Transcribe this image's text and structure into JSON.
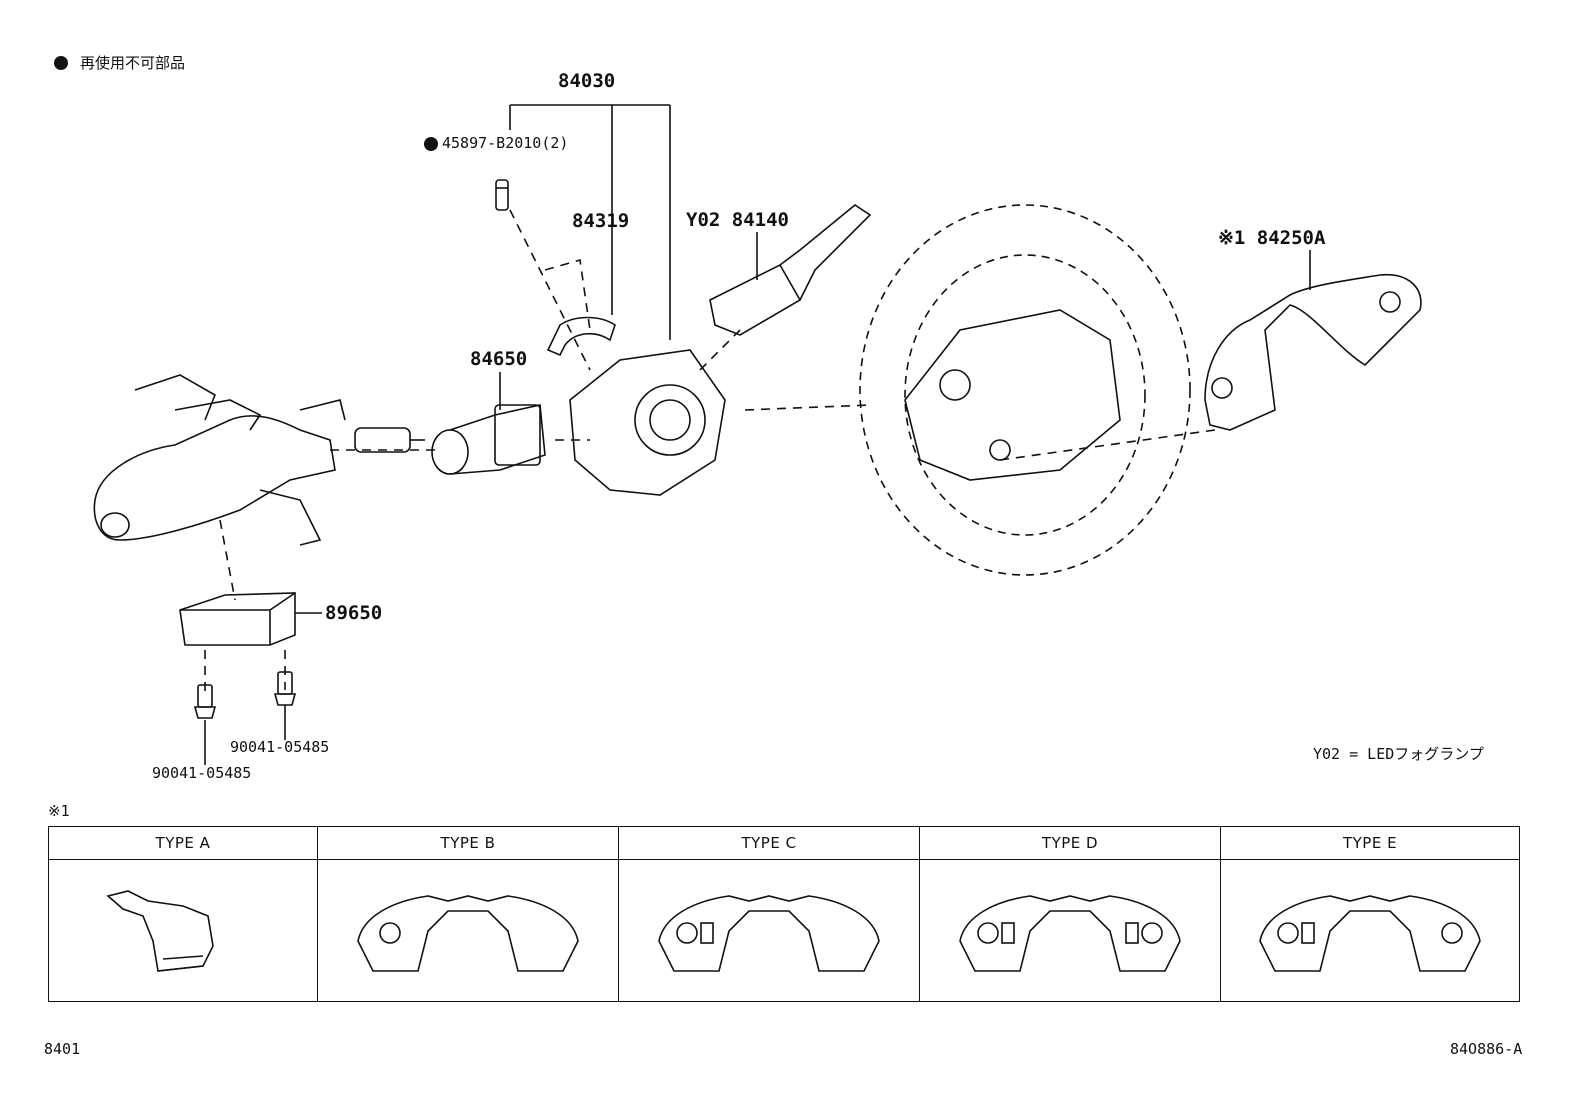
{
  "legend": {
    "symbol": "●",
    "text": "再使用不可部品"
  },
  "parts": {
    "assembly": "84030",
    "screw": "45897-B2010(2)",
    "cover": "84319",
    "light_switch": "Y02 84140",
    "wiper_switch": "84650",
    "steering_control": "※1 84250A",
    "ecu": "89650",
    "bolt_right": "90041-05485",
    "bolt_left": "90041-05485"
  },
  "note": "Y02 = LEDフォグランプ",
  "table": {
    "marker": "※1",
    "types": [
      "TYPE A",
      "TYPE B",
      "TYPE C",
      "TYPE D",
      "TYPE E"
    ]
  },
  "footer": {
    "left_code": "8401",
    "right_code": "84O886-A"
  }
}
